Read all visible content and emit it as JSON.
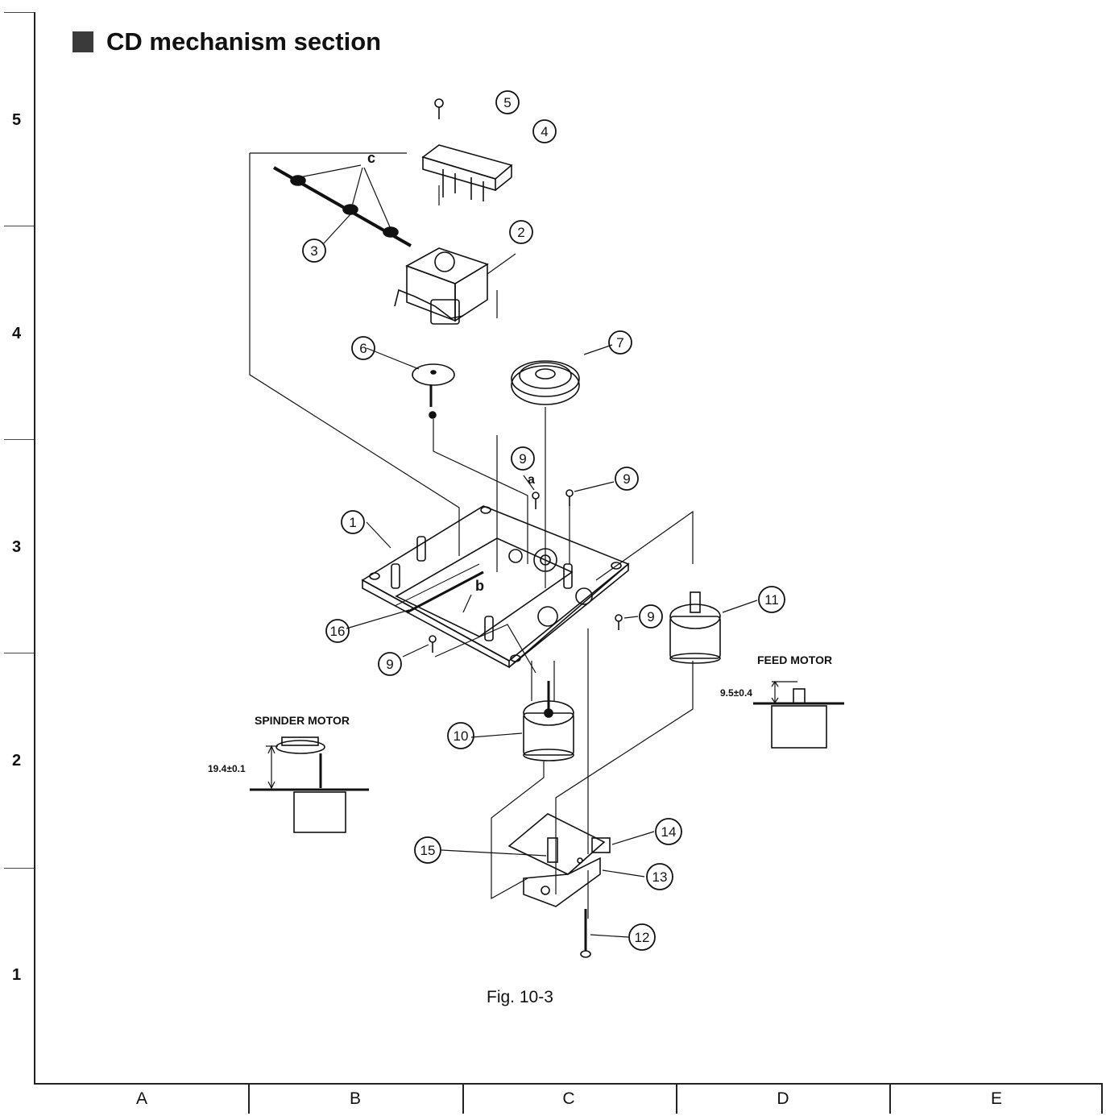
{
  "title": "CD mechanism section",
  "caption": "Fig. 10-3",
  "rows": [
    "5",
    "4",
    "3",
    "2",
    "1"
  ],
  "columns": [
    "A",
    "B",
    "C",
    "D",
    "E"
  ],
  "annotations": {
    "c": "c",
    "a": "a",
    "b": "b",
    "spinder_motor": "SPINDER MOTOR",
    "spinder_dim": "19.4±0.1",
    "feed_motor": "FEED MOTOR",
    "feed_dim": "9.5±0.4"
  },
  "callouts": [
    "1",
    "2",
    "3",
    "4",
    "5",
    "6",
    "7",
    "9",
    "10",
    "11",
    "12",
    "13",
    "14",
    "15",
    "16"
  ]
}
